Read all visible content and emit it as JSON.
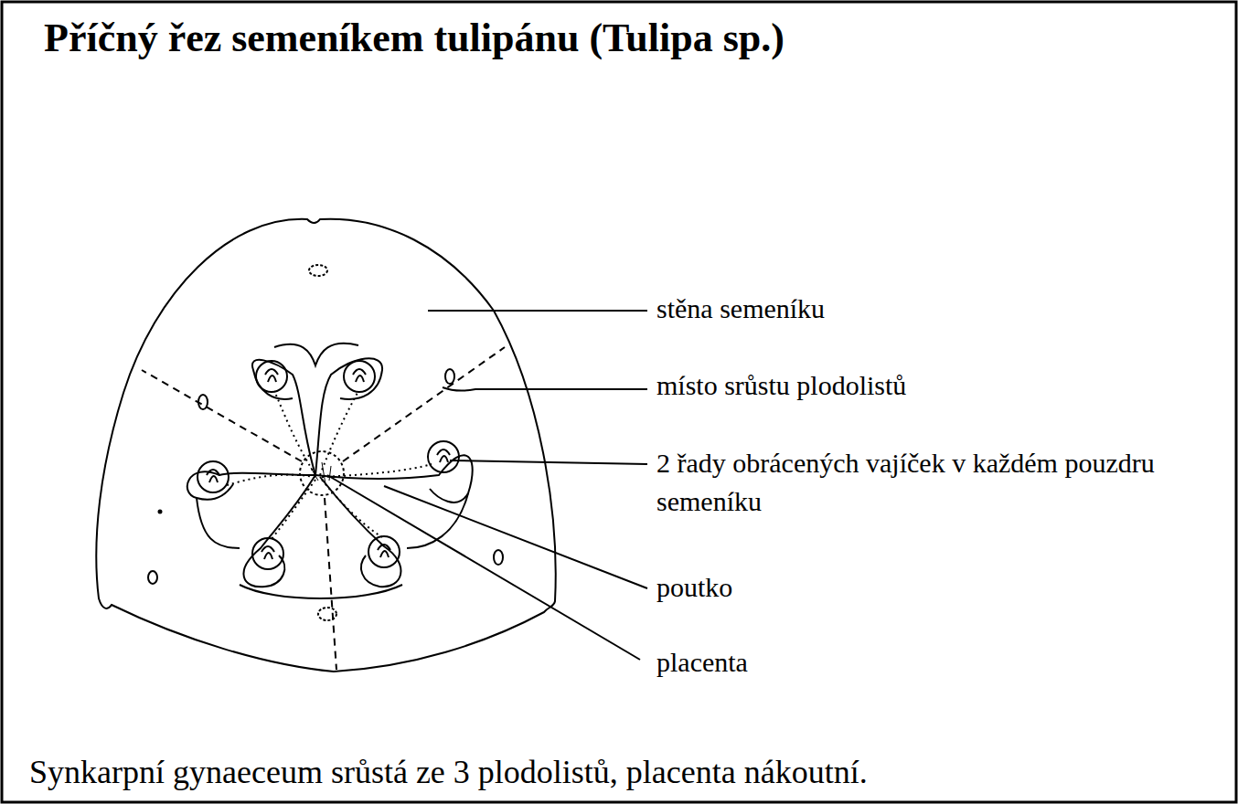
{
  "diagram": {
    "title": "Příčný řez semeníkem tulipánu (Tulipa sp.)",
    "caption": "Synkarpní gynaeceum srůstá ze 3 plodolistů, placenta nákoutní.",
    "labels": [
      "stěna semeníku",
      "místo srůstu plodolistů",
      "2 řady obrácených vajíček v každém pouzdru semeníku",
      "poutko",
      "placenta"
    ]
  }
}
